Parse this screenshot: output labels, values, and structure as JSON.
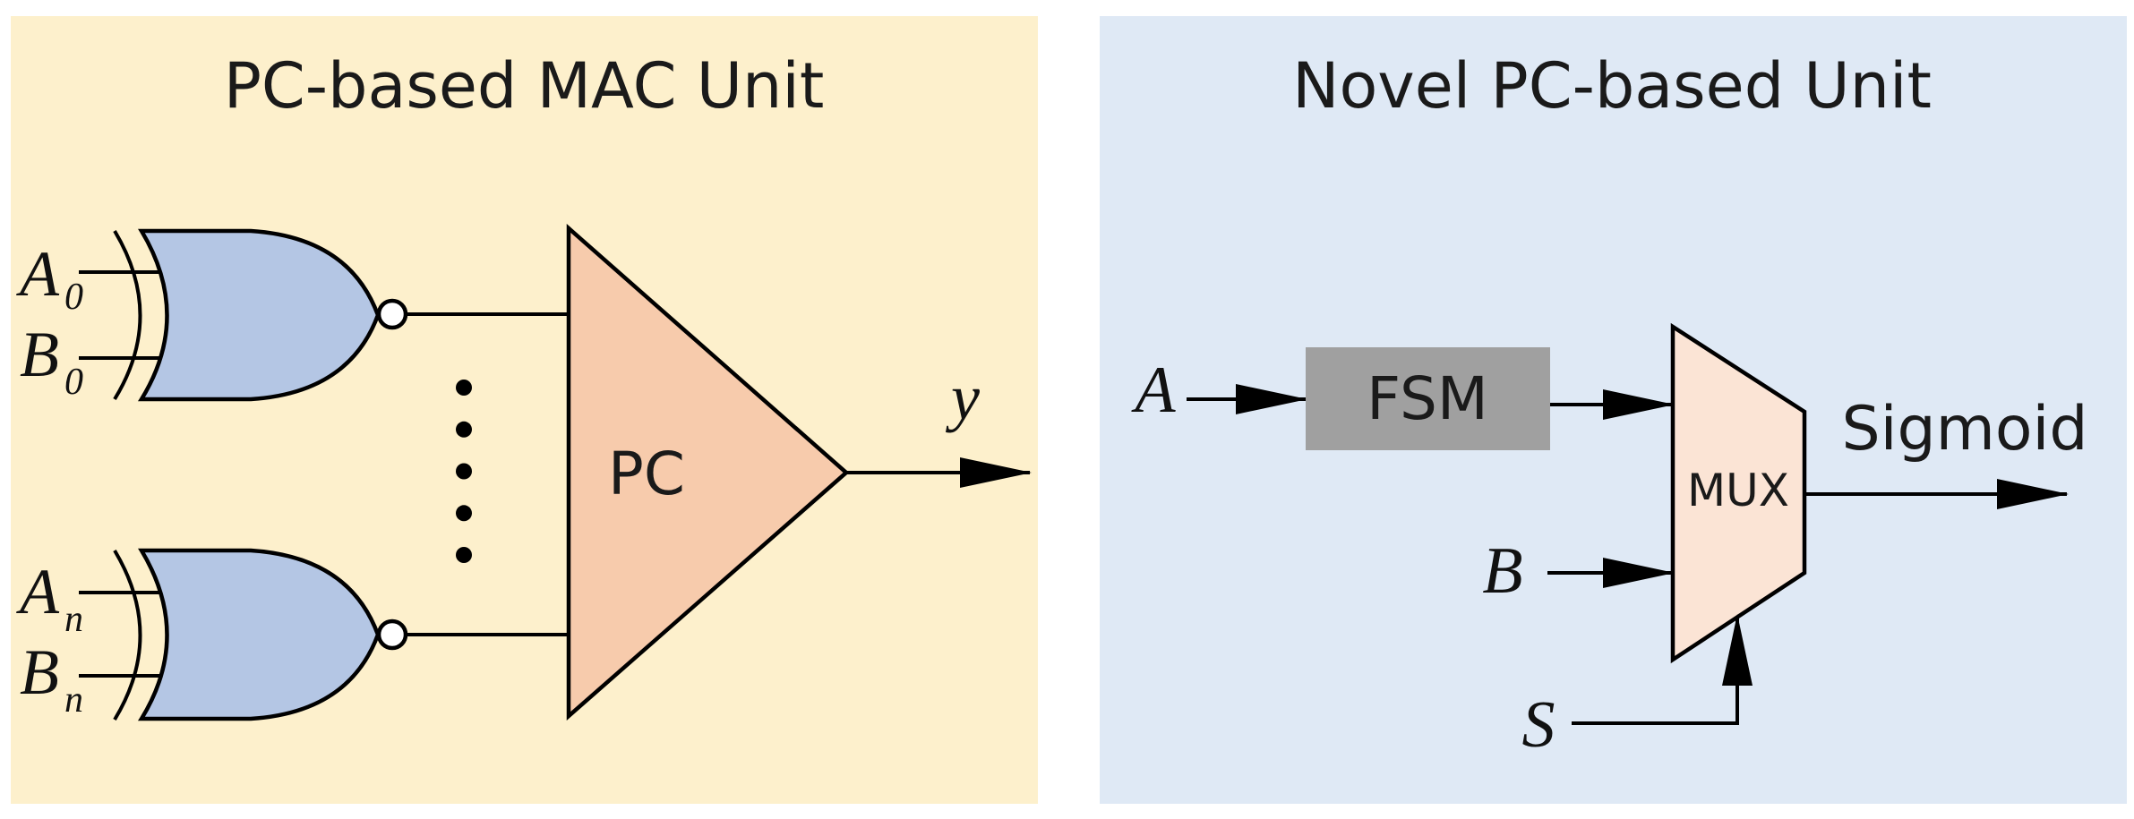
{
  "colors": {
    "left_panel_bg": "#fdf0cc",
    "right_panel_bg": "#dfe9f5",
    "xnor_gate_fill": "#b4c6e4",
    "pc_fill": "#f7cbac",
    "fsm_fill": "#a0a0a0",
    "mux_fill": "#fbe4d5",
    "line": "#000000"
  },
  "left_panel": {
    "title": "PC-based MAC Unit",
    "gate_top": {
      "input_a": "A",
      "input_a_sub": "0",
      "input_b": "B",
      "input_b_sub": "0"
    },
    "gate_bottom": {
      "input_a": "A",
      "input_a_sub": "n",
      "input_b": "B",
      "input_b_sub": "n"
    },
    "pc_label": "PC",
    "output_label": "y",
    "ellipsis_dot_count": 5
  },
  "right_panel": {
    "title": "Novel PC-based Unit",
    "input_a": "A",
    "input_b": "B",
    "input_s": "S",
    "fsm_label": "FSM",
    "mux_label": "MUX",
    "output_label": "Sigmoid"
  }
}
